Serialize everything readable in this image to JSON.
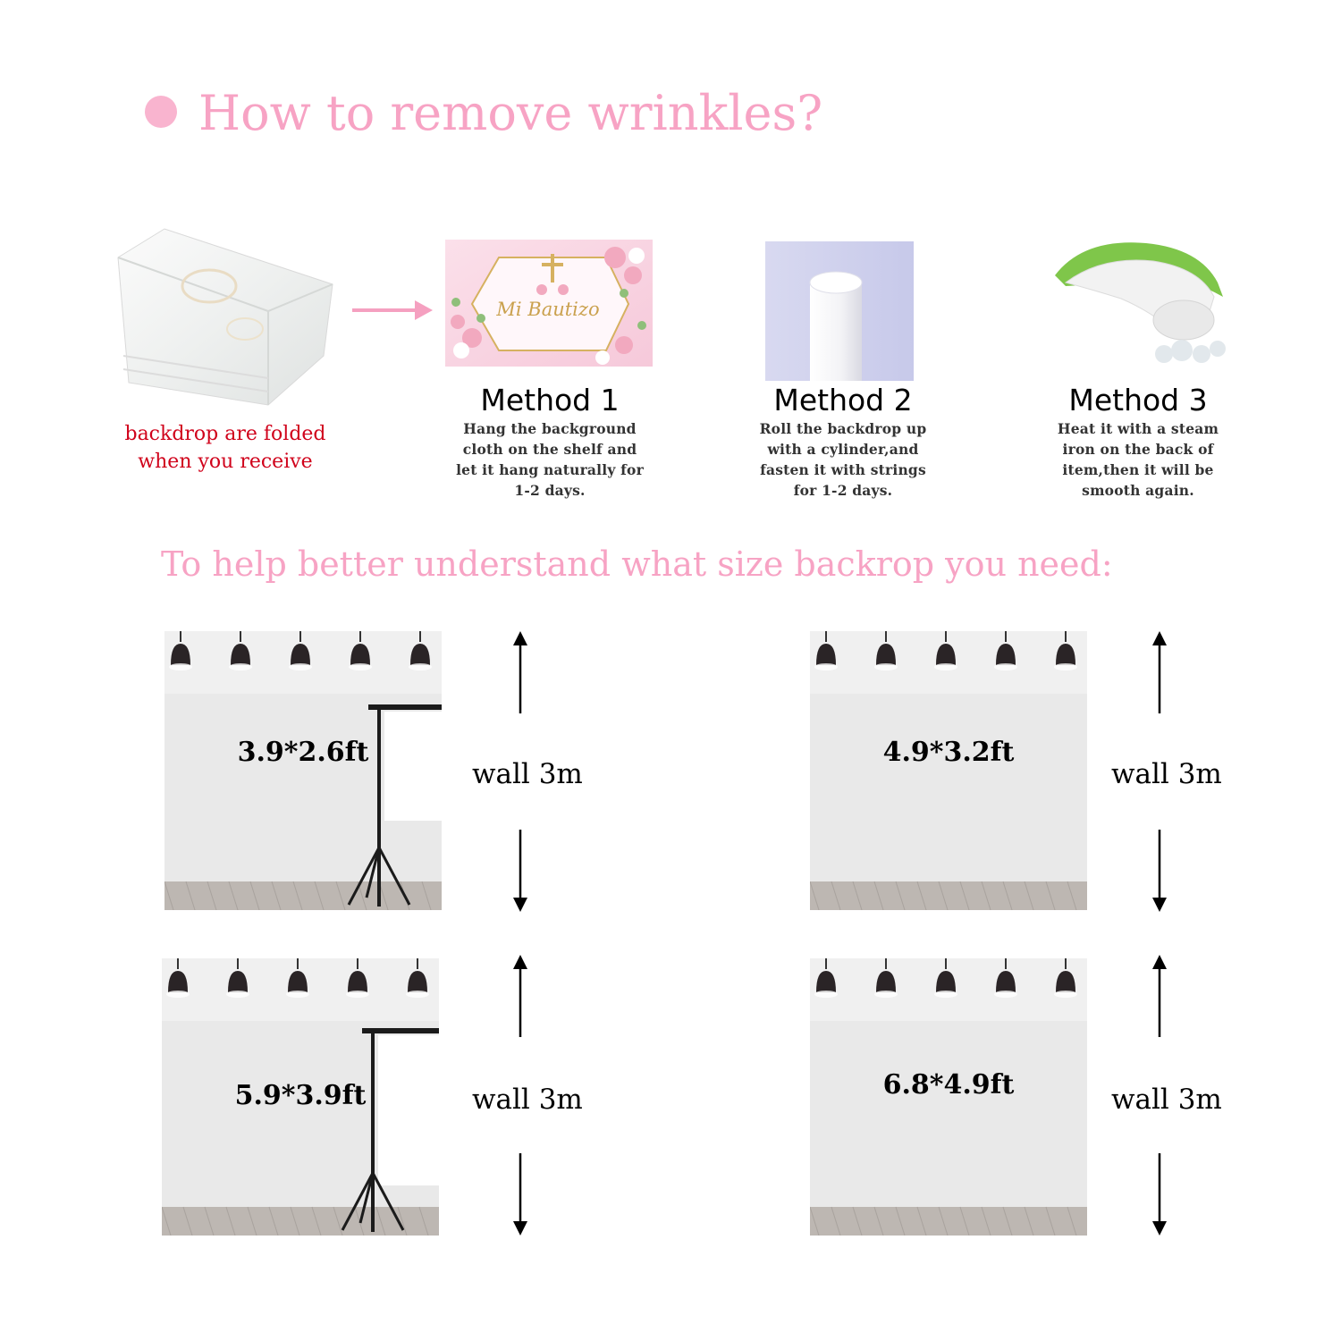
{
  "header": {
    "title": "How to remove wrinkles?",
    "subtitle": "To help better understand what size backrop you need:"
  },
  "colors": {
    "accent_pink": "#F7A3C4",
    "bullet_pink": "#F9B4CF",
    "note_red": "#D0021B"
  },
  "folded": {
    "caption_line1": "backdrop are folded",
    "caption_line2": "when you receive",
    "icon": "folded-cloth-photo"
  },
  "arrow_icon": "arrow-right-icon",
  "methods": [
    {
      "title": "Method 1",
      "desc": [
        "Hang the background",
        "cloth on the shelf and",
        "let it hang naturally for",
        "1-2 days."
      ],
      "photo_text": "Mi Bautizo",
      "icon": "floral-backdrop-photo"
    },
    {
      "title": "Method 2",
      "desc": [
        "Roll the backdrop up",
        "with a cylinder,and",
        "fasten it with strings",
        "for 1-2 days."
      ],
      "icon": "rolled-cylinder-photo"
    },
    {
      "title": "Method 3",
      "desc": [
        "Heat it with a steam",
        "iron on the back of",
        "item,then it will be",
        "smooth again."
      ],
      "icon": "steam-iron-photo"
    }
  ],
  "sizes": [
    {
      "label": "3.9*2.6ft",
      "wall": "wall 3m"
    },
    {
      "label": "4.9*3.2ft",
      "wall": "wall 3m"
    },
    {
      "label": "5.9*3.9ft",
      "wall": "wall 3m"
    },
    {
      "label": "6.8*4.9ft",
      "wall": "wall 3m"
    }
  ]
}
